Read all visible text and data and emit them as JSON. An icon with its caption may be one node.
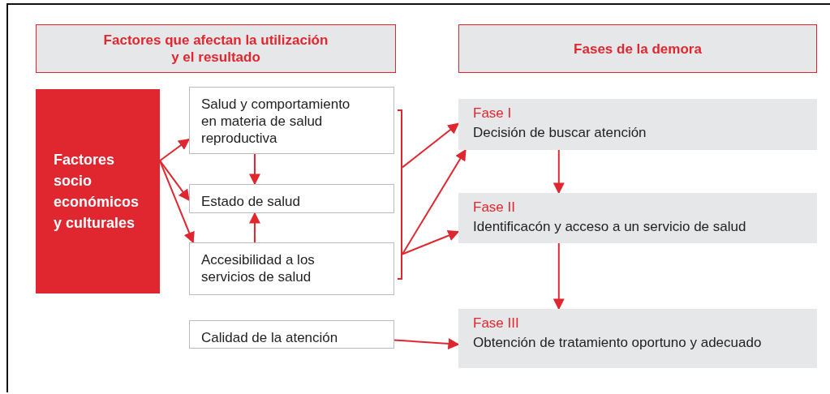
{
  "diagram": {
    "nodes": [
      {
        "text": [
          "Factores que afectan la utilización y el resultado"
        ]
      },
      {
        "text": [
          "Fases de la demora"
        ]
      },
      {
        "text": [
          "Factores socio económicos y culturales"
        ]
      },
      {
        "text": [
          "Salud y comportamiento en materia de salud reproductiva"
        ]
      },
      {
        "text": [
          "Estado de salud"
        ]
      },
      {
        "text": [
          "Accesibilidad a los servicios de salud"
        ]
      },
      {
        "text": [
          "Calidad de la atención"
        ]
      },
      {
        "text": [],
        "shape": "bracket"
      },
      {
        "text": [
          "Fase I",
          "Decisión de buscar atención"
        ]
      },
      {
        "text": [
          "Fase II",
          "Identificacón y acceso a un servicio de salud"
        ]
      },
      {
        "text": [
          "Fase III",
          "Obtención de tratamiento oportuno y adecuado"
        ]
      }
    ],
    "edges": [
      {
        "from": 2,
        "to": 3,
        "arrow": "to"
      },
      {
        "from": 2,
        "to": 4,
        "arrow": "to"
      },
      {
        "from": 2,
        "to": 5,
        "arrow": "to"
      },
      {
        "from": 3,
        "to": 4,
        "arrow": "to"
      },
      {
        "from": 5,
        "to": 4,
        "arrow": "to"
      },
      {
        "from": 7,
        "to": 8,
        "arrow": "to"
      },
      {
        "from": 7,
        "to": 8,
        "arrow": "to"
      },
      {
        "from": 7,
        "to": 9,
        "arrow": "to"
      },
      {
        "from": 6,
        "to": 10,
        "arrow": "to"
      },
      {
        "from": 8,
        "to": 9,
        "arrow": "to"
      },
      {
        "from": 9,
        "to": 10,
        "arrow": "to"
      }
    ]
  }
}
